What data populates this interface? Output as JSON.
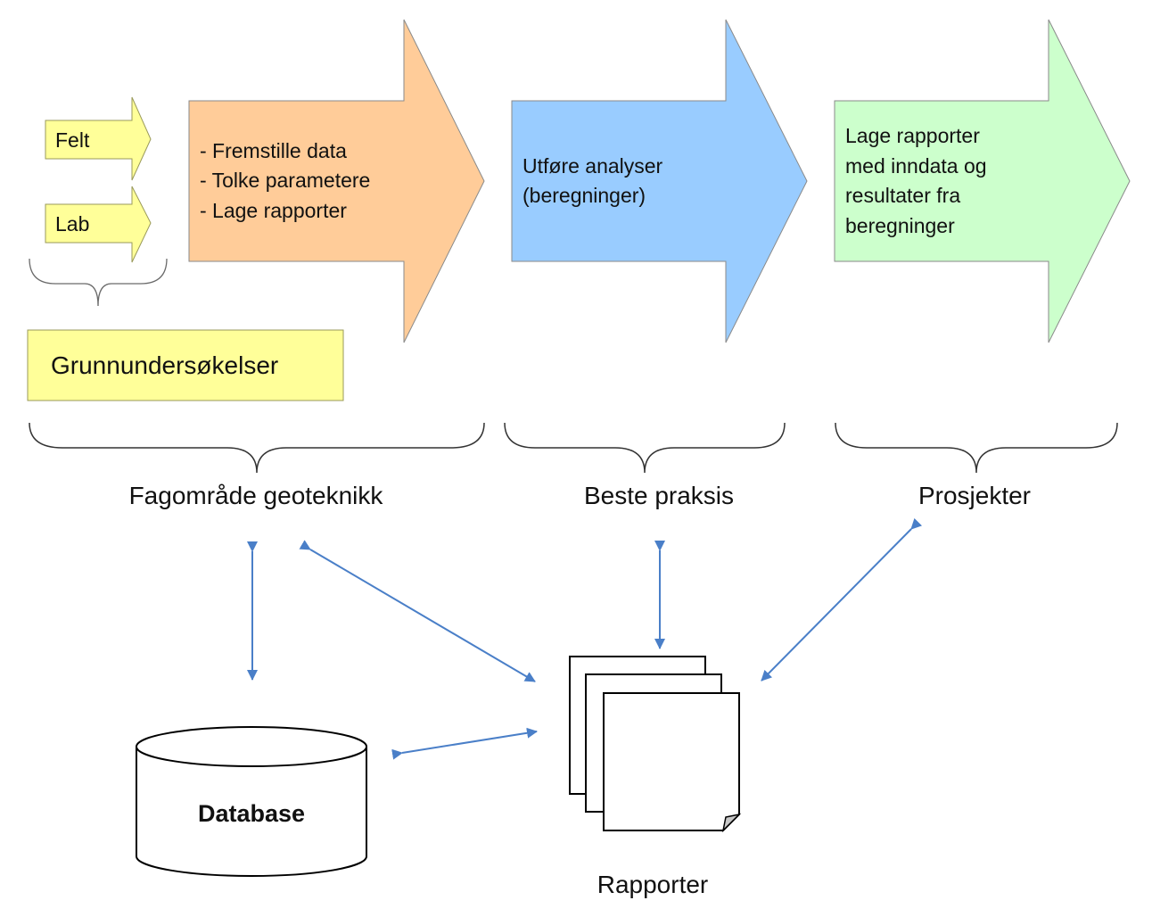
{
  "colors": {
    "small_arrow_fill": "#ffff99",
    "box_fill": "#ffff99",
    "orange_arrow_fill": "#ffcc99",
    "blue_arrow_fill": "#99ccff",
    "green_arrow_fill": "#ccffcc",
    "connector": "#4a7fc8",
    "outline": "#7a7a7a"
  },
  "inputs": {
    "felt": "Felt",
    "lab": "Lab"
  },
  "grunn_box": "Grunnundersøkelser",
  "steps": [
    {
      "lines": [
        "- Fremstille data",
        "- Tolke parametere",
        "- Lage rapporter"
      ]
    },
    {
      "lines": [
        "Utføre analyser",
        "(beregninger)"
      ]
    },
    {
      "lines": [
        "Lage rapporter",
        "med inndata og",
        "resultater fra",
        "beregninger"
      ]
    }
  ],
  "groups": {
    "fagomrade": "Fagområde geoteknikk",
    "beste_praksis": "Beste praksis",
    "prosjekter": "Prosjekter"
  },
  "database_label": "Database",
  "rapporter_label": "Rapporter"
}
